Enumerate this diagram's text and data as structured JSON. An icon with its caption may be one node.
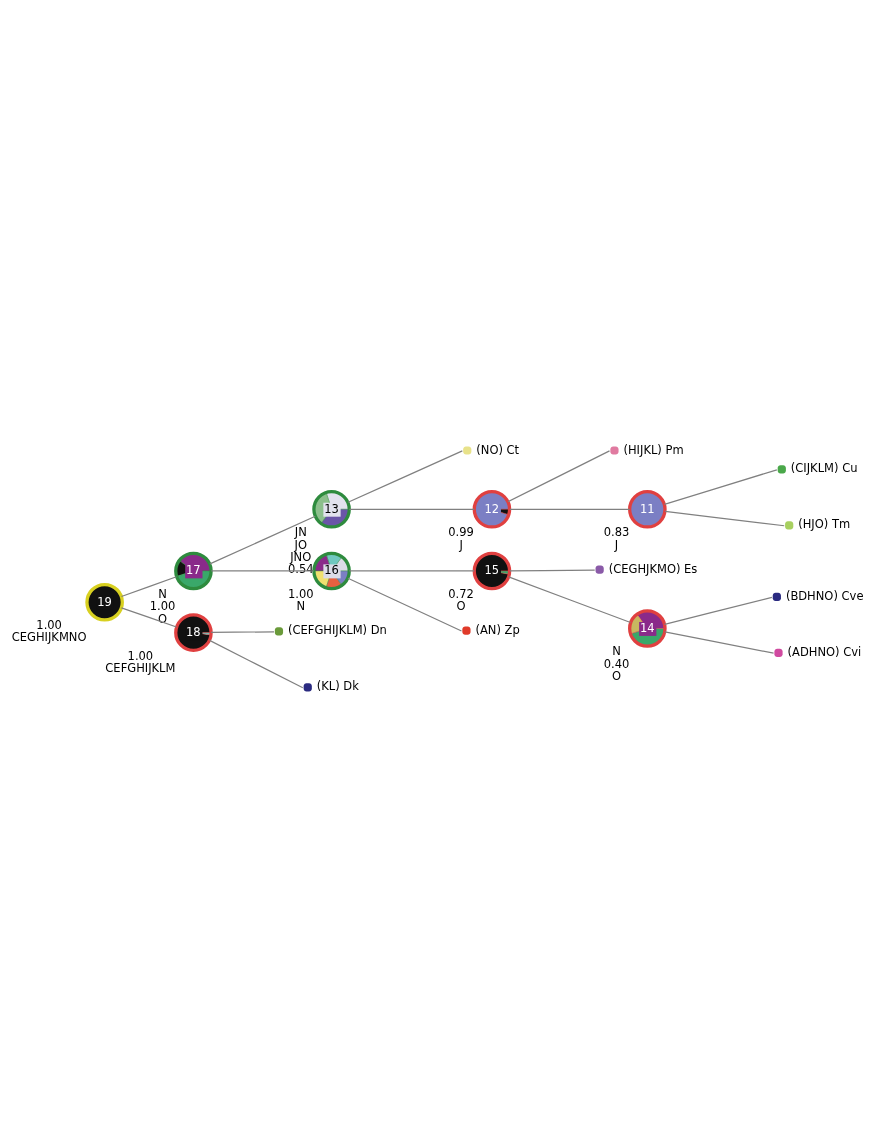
{
  "diagram": {
    "nodes": [
      {
        "text": [
          "(NO) Ct"
        ]
      },
      {
        "text": [
          "13"
        ],
        "beside": [
          "JN",
          "JO",
          "JNO",
          "0.54"
        ]
      },
      {
        "text": [
          "(HIJKL) Pm"
        ]
      },
      {
        "text": [
          "12"
        ],
        "beside": [
          "0.99",
          "J"
        ]
      },
      {
        "text": [
          "(CIJKLM) Cu"
        ]
      },
      {
        "text": [
          "11"
        ],
        "beside": [
          "0.83",
          "J"
        ]
      },
      {
        "text": [
          "(HJO) Tm"
        ]
      },
      {
        "text": [
          "17"
        ],
        "beside": [
          "N",
          "1.00",
          "O"
        ]
      },
      {
        "text": [
          "(CEGHJKMO) Es"
        ]
      },
      {
        "text": [
          "15"
        ],
        "beside": [
          "0.72",
          "O"
        ]
      },
      {
        "text": [
          "(BDHNO) Cve"
        ]
      },
      {
        "text": [
          "14"
        ],
        "beside": [
          "N",
          "0.40",
          "O"
        ]
      },
      {
        "text": [
          "19"
        ],
        "beside": [
          "1.00",
          "CEGHIJKMNO"
        ]
      },
      {
        "text": [
          "16"
        ],
        "beside": [
          "1.00",
          "N"
        ]
      },
      {
        "text": [
          "(ADHNO) Cvi"
        ]
      },
      {
        "text": [
          "(AN) Zp"
        ]
      },
      {
        "text": [
          "(CEFGHIJKLM) Dn"
        ]
      },
      {
        "text": [
          "18"
        ],
        "beside": [
          "1.00",
          "CEFGHIJKLM"
        ]
      },
      {
        "text": [
          "(KL) Dk"
        ]
      }
    ],
    "edges": [
      {
        "from": 12,
        "to": 7,
        "arrow": "none"
      },
      {
        "from": 12,
        "to": 17,
        "arrow": "none"
      },
      {
        "from": 7,
        "to": 1,
        "arrow": "none"
      },
      {
        "from": 7,
        "to": 13,
        "arrow": "none"
      },
      {
        "from": 1,
        "to": 0,
        "arrow": "none"
      },
      {
        "from": 1,
        "to": 3,
        "arrow": "none"
      },
      {
        "from": 3,
        "to": 2,
        "arrow": "none"
      },
      {
        "from": 3,
        "to": 5,
        "arrow": "none"
      },
      {
        "from": 5,
        "to": 4,
        "arrow": "none"
      },
      {
        "from": 5,
        "to": 6,
        "arrow": "none"
      },
      {
        "from": 13,
        "to": 9,
        "arrow": "none"
      },
      {
        "from": 13,
        "to": 15,
        "arrow": "none"
      },
      {
        "from": 9,
        "to": 8,
        "arrow": "none"
      },
      {
        "from": 9,
        "to": 11,
        "arrow": "none"
      },
      {
        "from": 11,
        "to": 10,
        "arrow": "none"
      },
      {
        "from": 11,
        "to": 14,
        "arrow": "none"
      },
      {
        "from": 17,
        "to": 16,
        "arrow": "none"
      },
      {
        "from": 17,
        "to": 18,
        "arrow": "none"
      }
    ]
  }
}
